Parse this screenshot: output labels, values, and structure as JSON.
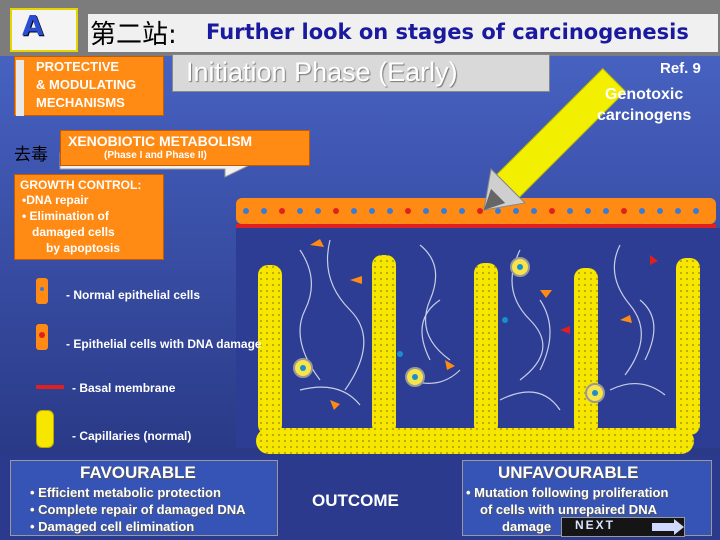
{
  "header": {
    "badge": "A",
    "title_zh": "第二站:",
    "title_en": "Further look on stages of carcinogenesis"
  },
  "phase_title": "Initiation Phase (Early)",
  "ref": "Ref. 9",
  "genotoxic": [
    "Genotoxic",
    "carcinogens"
  ],
  "left_panel": {
    "protective": [
      "PROTECTIVE",
      "& MODULATING",
      "MECHANISMS"
    ],
    "xenobiotic": "XENOBIOTIC METABOLISM",
    "xenobiotic_sub": "(Phase I and Phase II)",
    "detox_zh": "去毒",
    "growth_title": "GROWTH CONTROL:",
    "growth_items": [
      "•DNA repair",
      "• Elimination of",
      "damaged cells",
      "by apoptosis"
    ]
  },
  "legend": [
    {
      "label": "- Normal epithelial cells",
      "icon": "normal-cell-icon"
    },
    {
      "label": "- Epithelial cells with DNA damage",
      "icon": "damaged-cell-icon"
    },
    {
      "label": "- Basal membrane",
      "icon": "basal-membrane-icon"
    },
    {
      "label": "- Capillaries (normal)",
      "icon": "capillary-icon"
    }
  ],
  "favourable": {
    "title": "FAVOURABLE",
    "lines": [
      "• Efficient metabolic protection",
      "• Complete repair of damaged DNA",
      "• Damaged cell elimination"
    ]
  },
  "outcome": "OUTCOME",
  "unfavourable": {
    "title": "UNFAVOURABLE",
    "lines": [
      "• Mutation following proliferation",
      "of cells with unrepaired DNA",
      "damage"
    ]
  },
  "next_button": "NEXT",
  "colors": {
    "background": "#2b3a8c",
    "orange": "#ff8a14",
    "capillary_yellow": "#f5e400",
    "arrow_yellow": "#f2ef00",
    "membrane_red": "#e02020"
  }
}
